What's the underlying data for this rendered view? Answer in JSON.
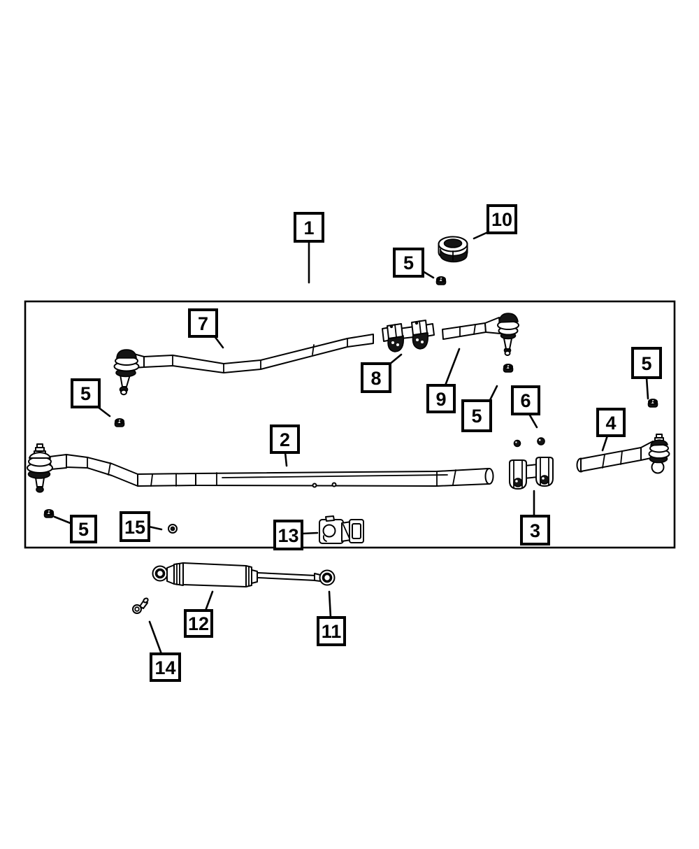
{
  "diagram": {
    "background_color": "#ffffff",
    "line_color": "#000000",
    "callouts": {
      "c1": "1",
      "c2": "2",
      "c3": "3",
      "c4": "4",
      "c5_top": "5",
      "c5_left": "5",
      "c5_mid": "5",
      "c5_right": "5",
      "c5_bottom": "5",
      "c6": "6",
      "c7": "7",
      "c8": "8",
      "c9": "9",
      "c10": "10",
      "c11": "11",
      "c12": "12",
      "c13": "13",
      "c14": "14",
      "c15": "15"
    }
  }
}
